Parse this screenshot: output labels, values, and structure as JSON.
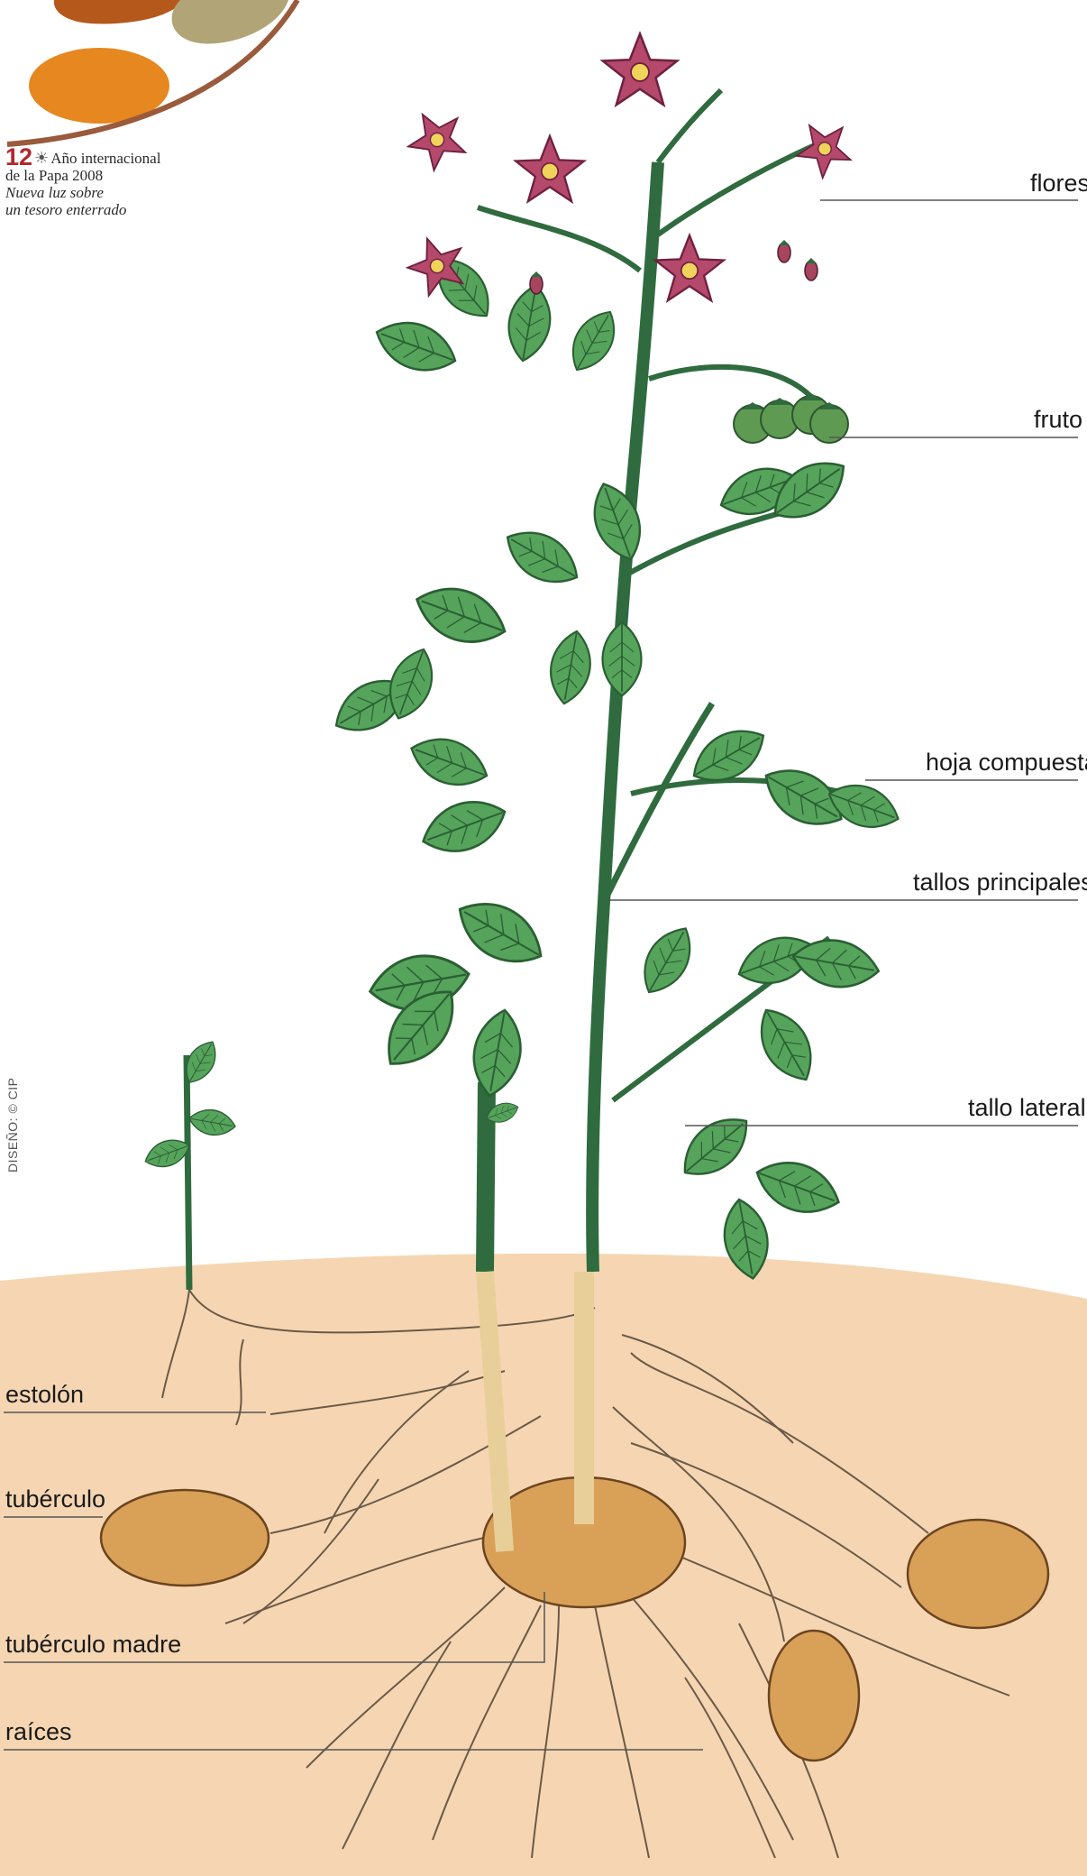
{
  "header": {
    "number": "12",
    "sun_icon": "sun-icon",
    "line1": "Año internacional",
    "line2": "de la Papa 2008",
    "line3": "Nueva luz sobre",
    "line4": "un tesoro enterrado"
  },
  "credit": "DISEÑO: © CIP",
  "labels": {
    "flores": "flores",
    "fruto": "fruto",
    "hoja_compuesta": "hoja compuesta",
    "tallos_principales": "tallos principales",
    "tallo_lateral": "tallo lateral",
    "estolon": "estolón",
    "tuberculo": "tubérculo",
    "tuberculo_madre": "tubérculo madre",
    "raices": "raíces"
  },
  "colors": {
    "soil": "#f6d6b2",
    "leaf": "#4f9b58",
    "leaf_dark": "#2e6b3a",
    "stem": "#2f6b3e",
    "flower": "#b4496c",
    "tuber": "#d9a058",
    "root": "#6a5a48",
    "logo_orange": "#e6871f",
    "logo_brown": "#b4581b",
    "logo_khaki": "#b1a477",
    "logo_arc": "#9a5a3c"
  }
}
